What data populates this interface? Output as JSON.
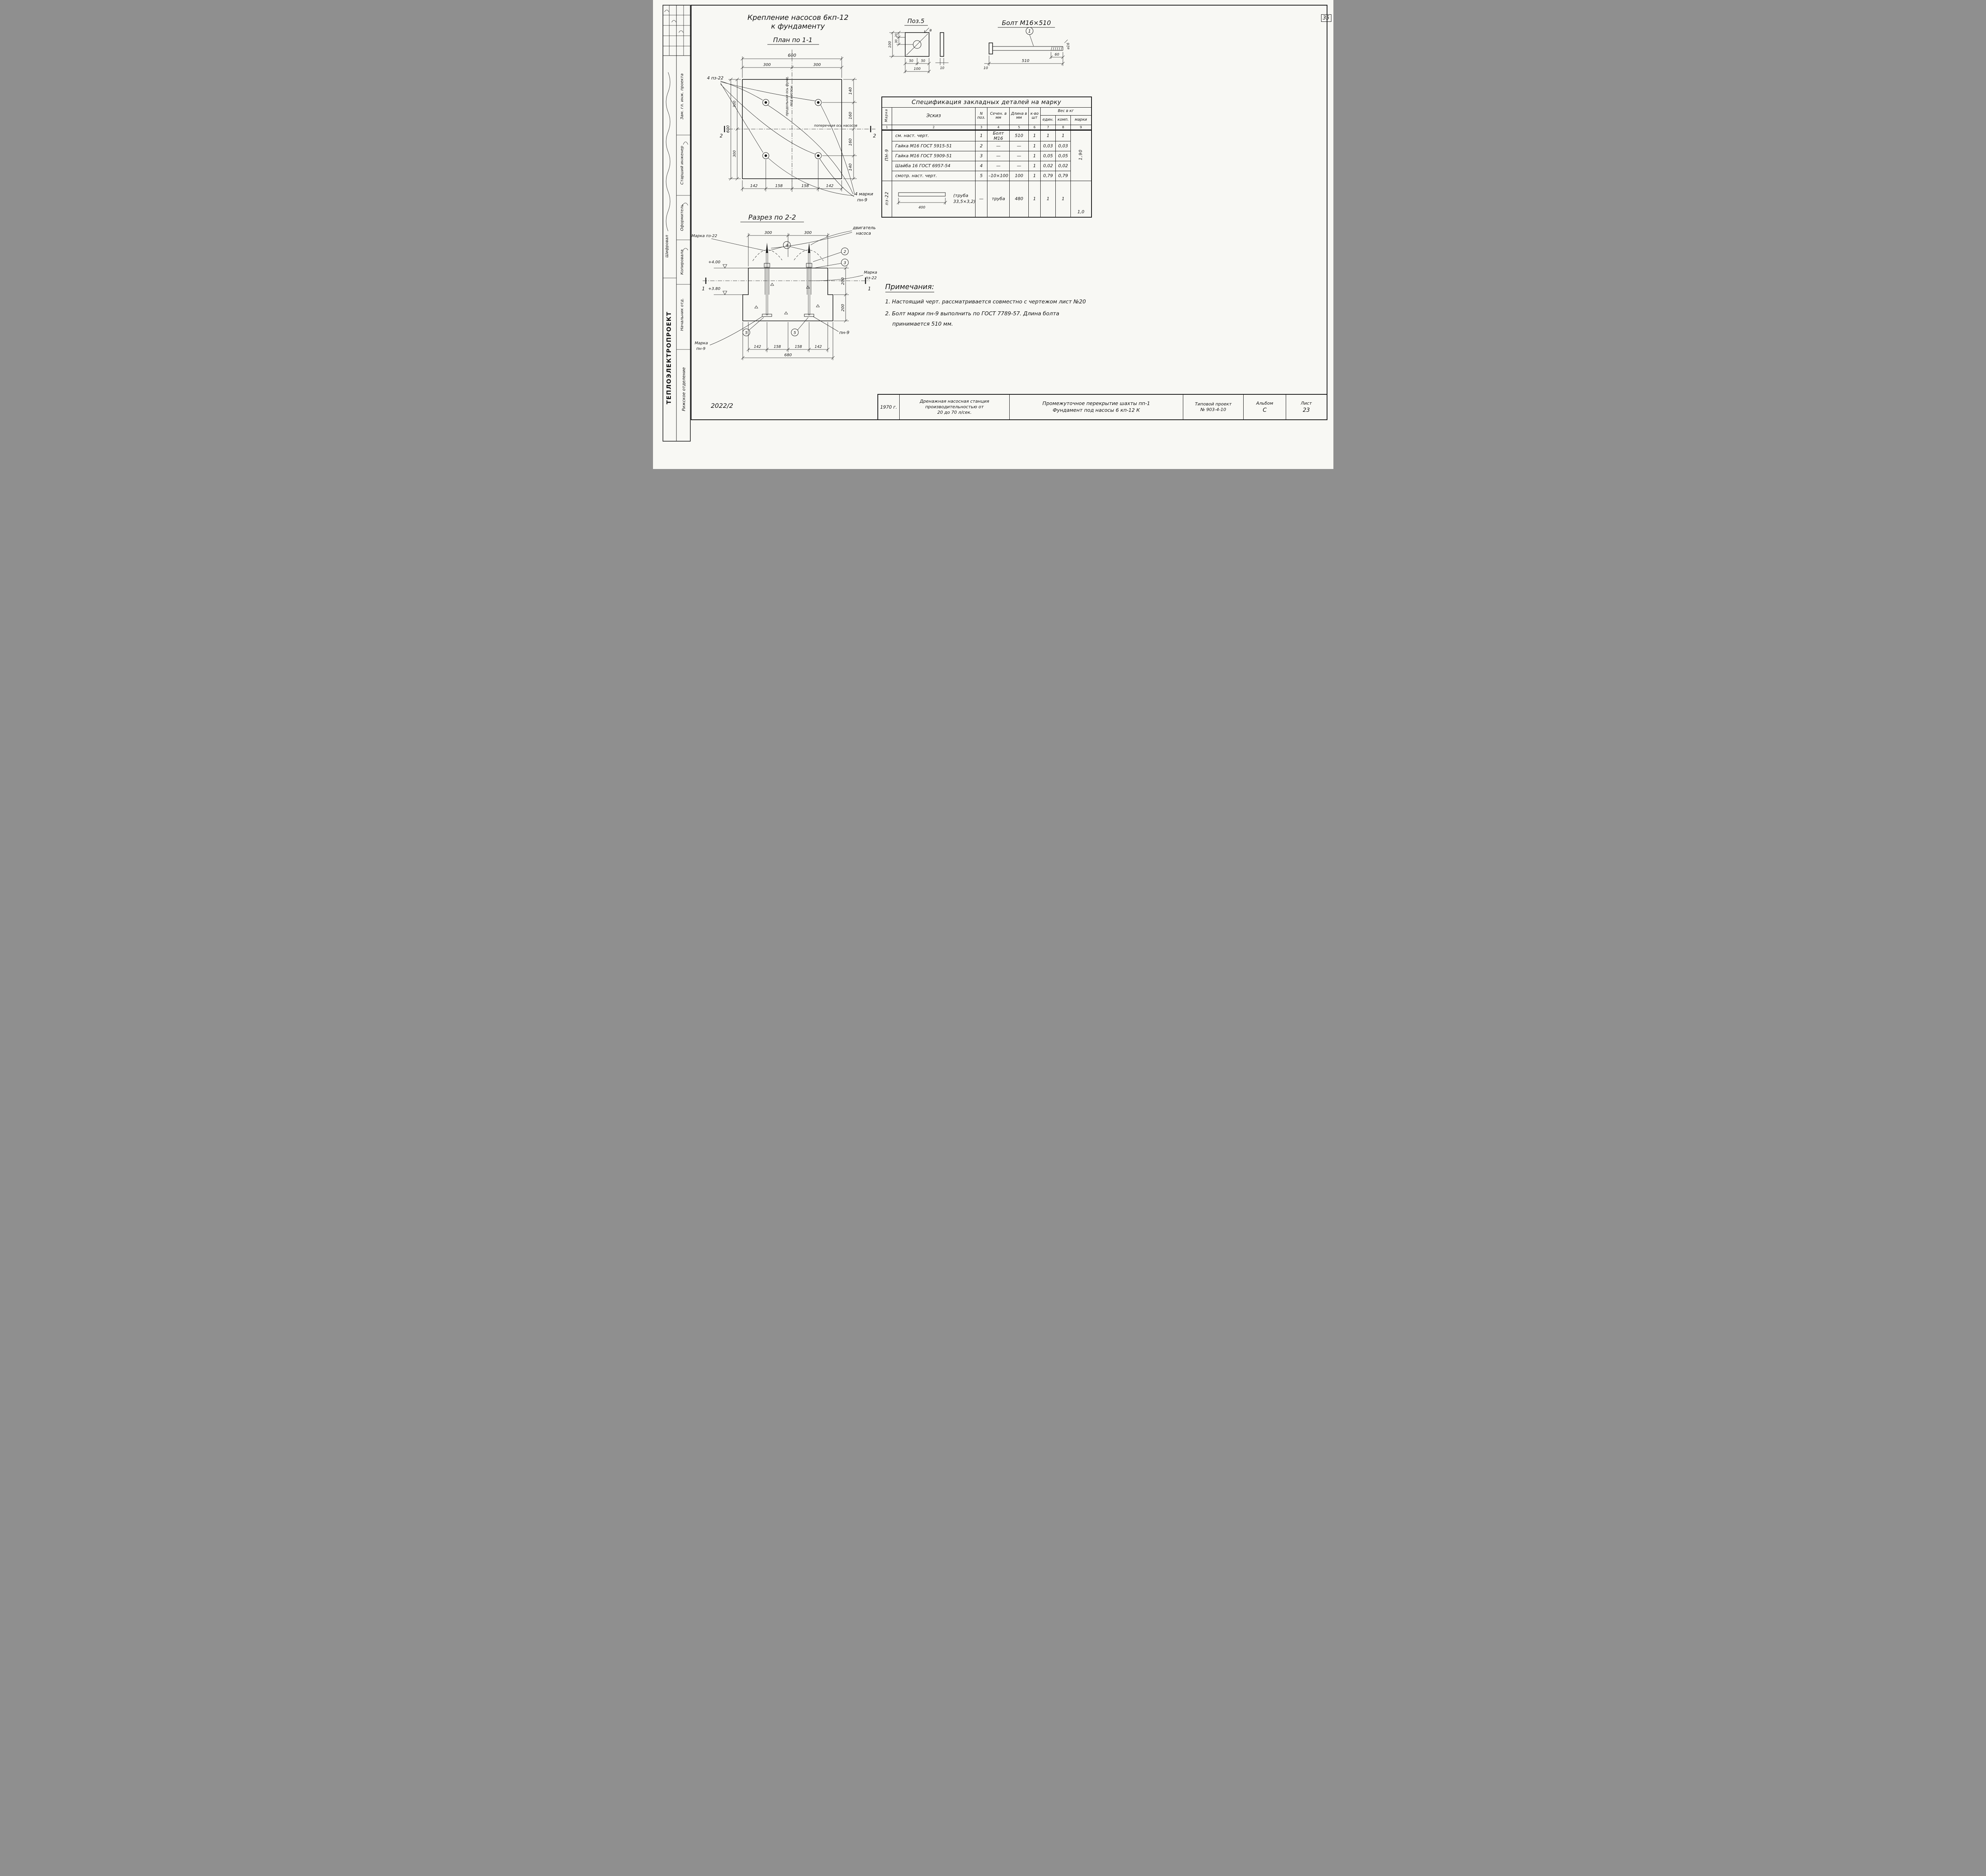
{
  "page": {
    "corner_sheet_no": "35",
    "doc_no": "2022/2"
  },
  "stamp": {
    "org": "ТЕПЛОЭЛЕКТРОПРОЕКТ",
    "branch": "Рижское отделение",
    "fields": [
      "Зам. гл. инж. проекта",
      "Старший инженер",
      "Оформитель",
      "Копировала",
      "Начальник отд.",
      "Шифровал"
    ]
  },
  "plan": {
    "title1": "Крепление насосов 6кп-12",
    "title2": "к фундаменту",
    "view_label": "План по 1-1",
    "callout_bolts": "4 пз-22",
    "axis_long1": "продольная ось фунд.",
    "axis_long2": "под насосы",
    "axis_cross": "поперечная ось насосов",
    "marks1": "4 марки",
    "marks2": "пн-9",
    "dim_600_top": "600",
    "dim_300a": "300",
    "dim_300b": "300",
    "dims_bottom": [
      "142",
      "158",
      "158",
      "142"
    ],
    "dims_right": [
      "140",
      "160",
      "160",
      "140"
    ],
    "dim_600_left": "600",
    "dim_left_300a": "300",
    "dim_left_300b": "300",
    "cut2": "2"
  },
  "pos5": {
    "title": "Поз.5",
    "view_b": "в",
    "dim_100v": "100",
    "dim_20": "20",
    "dim_30": "30",
    "dim_50a": "50",
    "dim_50b": "50",
    "dim_100h": "100",
    "dim_10": "10"
  },
  "bolt": {
    "title": "Болт М16×510",
    "callout": "1",
    "dim_510": "510",
    "dim_60": "60",
    "dim_10": "10",
    "dim_d16": "⌀16"
  },
  "spec": {
    "title": "Спецификация закладных деталей на марку",
    "headers": {
      "marka": "Марка",
      "eskiz": "Эскиз",
      "n_poz": "N поз.",
      "sech": "Сечен. в мм",
      "dlina": "Длина в мм",
      "kvo": "к-во шт",
      "ves": "Вес в кг",
      "edin": "един.",
      "komp": "комп.",
      "marki": "марки"
    },
    "col_numbers": [
      "1",
      "2",
      "3",
      "4",
      "5",
      "6",
      "7",
      "8",
      "9"
    ],
    "group1_mark": "ПН-9",
    "group1_total": "1,90",
    "rows": [
      {
        "eskiz": "см. наст. черт.",
        "n": "1",
        "sech": "Болт М16",
        "dlina": "510",
        "kvo": "1",
        "edin": "1",
        "komp": "1"
      },
      {
        "eskiz": "Гайка М16 ГОСТ 5915-51",
        "n": "2",
        "sech": "—",
        "dlina": "—",
        "kvo": "1",
        "edin": "0,03",
        "komp": "0,03"
      },
      {
        "eskiz": "Гайка М16 ГОСТ 5909-51",
        "n": "3",
        "sech": "—",
        "dlina": "—",
        "kvo": "1",
        "edin": "0,05",
        "komp": "0,05"
      },
      {
        "eskiz": "Шайба 16 ГОСТ 6957-54",
        "n": "4",
        "sech": "—",
        "dlina": "—",
        "kvo": "1",
        "edin": "0,02",
        "komp": "0,02"
      },
      {
        "eskiz": "смотр. наст. черт.",
        "n": "5",
        "sech": "–10×100",
        "dlina": "100",
        "kvo": "1",
        "edin": "0,79",
        "komp": "0,79"
      }
    ],
    "group2_mark": "пз-22",
    "group2": {
      "sketch_dim": "400",
      "sketch_note1": "(труба",
      "sketch_note2": "33,5×3,2)",
      "n": "—",
      "sech": "труба",
      "dlina": "480",
      "kvo": "1",
      "edin": "1",
      "komp": "1",
      "marki": "1,0"
    }
  },
  "section": {
    "title": "Разрез по 2-2",
    "label_pz22_left": "Марка пз-22",
    "label_motor1": "двигатель",
    "label_motor2": "насоса",
    "label_pz22_right1": "Марка",
    "label_pz22_right2": "пз-22",
    "label_pn9_left1": "Марка",
    "label_pn9_left2": "пн-9",
    "label_pn9_right": "пн-9",
    "elev_400": "+4.00",
    "elev_380": "+3.80",
    "dim_300a": "300",
    "dim_300b": "300",
    "dims_bottom": [
      "142",
      "158",
      "158",
      "142"
    ],
    "dim_680": "680",
    "dim_200a": "200",
    "dim_200b": "200",
    "callout_4": "4",
    "callout_2": "2",
    "callout_3": "3",
    "callout_5": "5",
    "cut1": "1"
  },
  "notes": {
    "title": "Примечания:",
    "line1": "1. Настоящий черт. рассматривается совместно с чертежом лист №20",
    "line2": "2. Болт марки пн-9 выполнить по ГОСТ 7789-57. Длина болта",
    "line3": "принимается 510 мм."
  },
  "titleblock": {
    "year": "1970 г.",
    "station1": "Дренажная насосная станция",
    "station2": "производительностью от",
    "station3": "20 до 70 л/сек.",
    "subject1": "Промежуточное перекрытие шахты пп-1",
    "subject2": "Фундамент под насосы 6 кп-12 К",
    "project1": "Типовой проект",
    "project2": "№ 903-4-10",
    "album_label": "Альбом",
    "album_value": "С",
    "sheet_label": "Лист",
    "sheet_value": "23"
  }
}
